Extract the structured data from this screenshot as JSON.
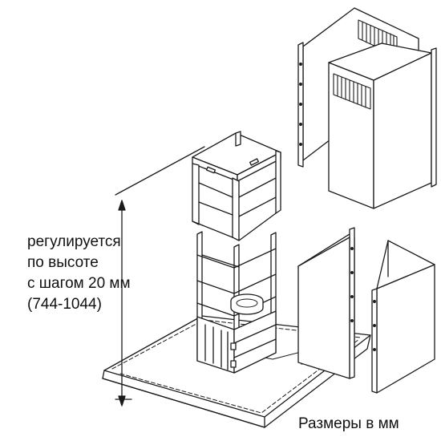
{
  "diagram": {
    "height_note": {
      "line1": "регулируется",
      "line2": "по высоте",
      "line3": "с шагом 20 мм",
      "line4": "(744-1044)"
    },
    "units_note": "Размеры в мм"
  },
  "colors": {
    "stroke": "#1a1a1a",
    "panel": "#ffffff",
    "background": "#ffffff"
  }
}
